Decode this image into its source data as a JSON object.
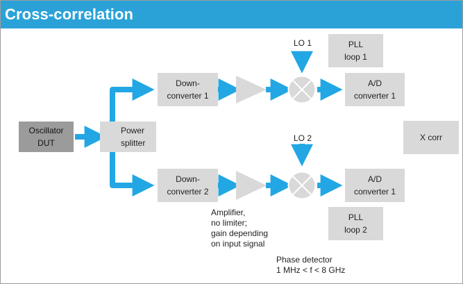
{
  "header": {
    "title": "Cross-correlation"
  },
  "colors": {
    "header": "#2aa2d8",
    "signal": "#22a7e4",
    "box": "#d9d9d9",
    "dark_box": "#9b9b9b"
  },
  "blocks": {
    "oscillator": [
      "Oscillator",
      "DUT"
    ],
    "power_splitter": [
      "Power",
      "splitter"
    ],
    "downconverter_1": [
      "Down-",
      "converter 1"
    ],
    "downconverter_2": [
      "Down-",
      "converter 2"
    ],
    "pll_loop_1": [
      "PLL",
      "loop 1"
    ],
    "pll_loop_2": [
      "PLL",
      "loop 2"
    ],
    "adc_upper": [
      "A/D",
      "converter 1"
    ],
    "adc_lower": [
      "A/D",
      "converter 1"
    ],
    "x_corr": "X corr"
  },
  "labels": {
    "lo1": "LO 1",
    "lo2": "LO 2",
    "amplifier": [
      "Amplifier,",
      "no limiter;",
      "gain depending",
      "on input signal"
    ],
    "phase_detector": [
      "Phase detector",
      "1 MHz < f < 8 GHz"
    ]
  },
  "icons": {
    "amplifier": "triangle-icon",
    "mixer": "mixer-icon"
  }
}
